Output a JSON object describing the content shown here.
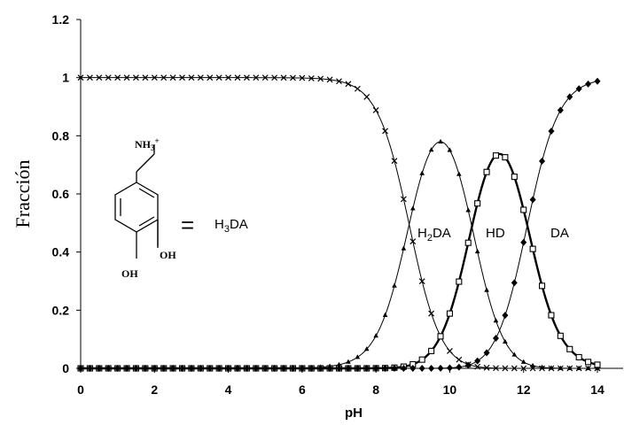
{
  "chart_data": {
    "type": "line",
    "title": "",
    "xlabel": "pH",
    "ylabel": "Fracción",
    "xlim": [
      0,
      14
    ],
    "ylim": [
      0,
      1.2
    ],
    "xticks": [
      "0",
      "2",
      "4",
      "6",
      "8",
      "10",
      "12",
      "14"
    ],
    "yticks": [
      "0",
      "0.2",
      "0.4",
      "0.6",
      "0.8",
      "1",
      "1.2"
    ],
    "grid": false,
    "pKa": [
      8.9,
      10.6,
      12.1
    ],
    "x_step": 0.25,
    "series": [
      {
        "name": "H3DA",
        "marker": "x"
      },
      {
        "name": "H2DA",
        "marker": "triangle"
      },
      {
        "name": "HD",
        "marker": "square"
      },
      {
        "name": "DA",
        "marker": "diamond"
      }
    ],
    "annotations": {
      "h3da": {
        "pre": "H",
        "sub": "3",
        "post": "DA"
      },
      "h2da": {
        "pre": "H",
        "sub": "2",
        "post": "DA"
      },
      "hd": "HD",
      "da": "DA",
      "equals": "="
    },
    "molecule": {
      "amine": "NH",
      "amine_sub": "3",
      "amine_sup": "+",
      "oh_meta": "OH",
      "oh_para": "OH"
    }
  }
}
